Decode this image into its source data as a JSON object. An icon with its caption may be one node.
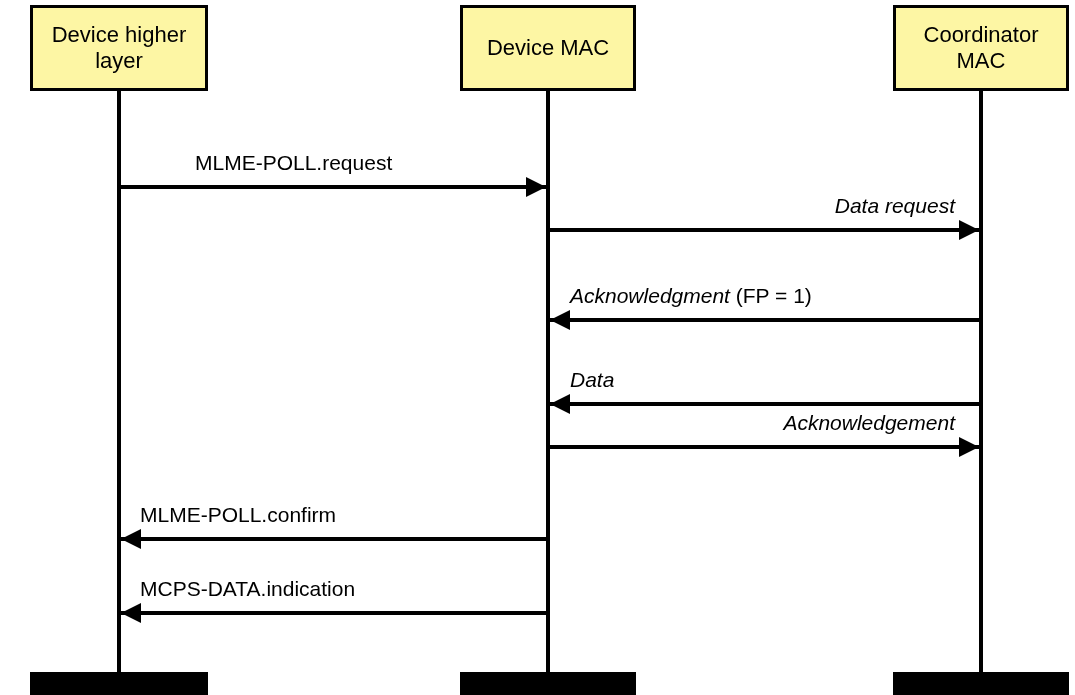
{
  "diagram": {
    "nodes": [
      {
        "text": [
          "Device higher layer"
        ]
      },
      {
        "text": [
          "Device MAC"
        ]
      },
      {
        "text": [
          "Coordinator MAC"
        ]
      },
      {
        "text": [],
        "shape": "line"
      },
      {
        "text": [],
        "shape": "line"
      },
      {
        "text": [],
        "shape": "line"
      },
      {
        "text": [],
        "shape": "bar"
      },
      {
        "text": [],
        "shape": "bar"
      },
      {
        "text": [],
        "shape": "bar"
      }
    ],
    "edges": [
      {
        "from": 3,
        "to": 4,
        "arrow": "to",
        "label": "MLME-POLL.request"
      },
      {
        "from": 4,
        "to": 5,
        "arrow": "to",
        "label": "Data request"
      },
      {
        "from": 5,
        "to": 4,
        "arrow": "to",
        "label": "*Acknowledgment* (FP = 1)"
      },
      {
        "from": 5,
        "to": 4,
        "arrow": "to",
        "label": "Data"
      },
      {
        "from": 4,
        "to": 5,
        "arrow": "to",
        "label": "Acknowledgement"
      },
      {
        "from": 4,
        "to": 3,
        "arrow": "to",
        "label": "MLME-POLL.confirm"
      },
      {
        "from": 4,
        "to": 3,
        "arrow": "to",
        "label": "MCPS-DATA.indication"
      }
    ]
  }
}
